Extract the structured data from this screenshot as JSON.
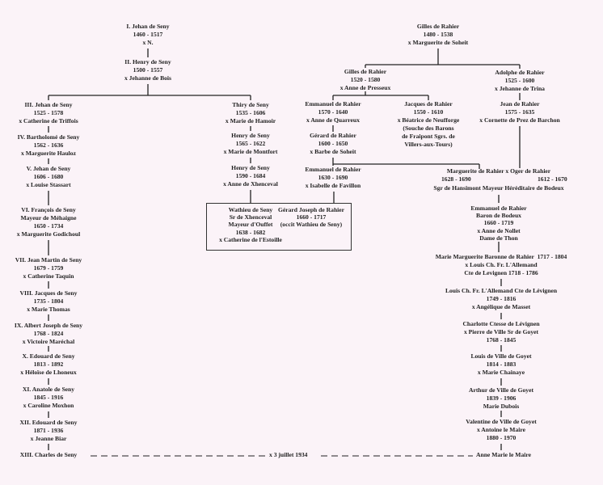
{
  "seny": {
    "s1": [
      "I. Jehan de Seny",
      "1460 - 1517",
      "x N."
    ],
    "s2": [
      "II. Henry de Seny",
      "1500 - 1557",
      "x Jehanne de Bois"
    ],
    "s3": [
      "III. Jehan de Seny",
      "1525 - 1578",
      "x Catherine de Triffois"
    ],
    "s4": [
      "IV. Bartholomé de Seny",
      "1562 - 1636",
      "x Marguerite Hauloz"
    ],
    "s5": [
      "V. Jehan de Seny",
      "1606 - 1680",
      "x Louise Stassart"
    ],
    "s6": [
      "VI. François de Seny",
      "Mayeur de Méhaigne",
      "1650 - 1734",
      "x Marguerite Godichoul"
    ],
    "s7": [
      "VII. Jean Martin de Seny",
      "1679 - 1759",
      "x Catherine Taquin"
    ],
    "s8": [
      "VIII. Jacques de Seny",
      "1735 - 1804",
      "x Marie Thomas"
    ],
    "s9": [
      "IX. Albert Joseph de Seny",
      "1768 - 1824",
      "x Victoire Maréchal"
    ],
    "s10": [
      "X. Edouard de Seny",
      "1813 - 1892",
      "x Héloïse de Lhoneux"
    ],
    "s11": [
      "XI. Anatole de Seny",
      "1845 - 1916",
      "x Caroline Moxhon"
    ],
    "s12": [
      "XII. Edouard de Seny",
      "1871 - 1936",
      "x Jeanne Biar"
    ],
    "s13": [
      "XIII. Charles de Seny"
    ],
    "t1": [
      "Thiry de Seny",
      "1535 - 1606",
      "x Marie de Hamoir"
    ],
    "t2": [
      "Henry de Seny",
      "1565 - 1622",
      "x Marie de Montfort"
    ],
    "t3": [
      "Henry de Seny",
      "1590 - 1684",
      "x Anne de Xhenceval"
    ],
    "t4": [
      "Wathieu de Seny",
      "Sr de Xhenceval",
      "Mayeur d'Ouffet",
      "1638 - 1682",
      "x Catherine de l'Estoille"
    ]
  },
  "rahier": {
    "g1": [
      "Gérard Joseph de Rahier",
      "1660 - 1717",
      "(occit Wathieu de Seny)"
    ],
    "r1": [
      "Gilles de Rahier",
      "1480 - 1538",
      "x Marguerite de Soheit"
    ],
    "r2": [
      "Gilles de Rahier",
      "1520 - 1580",
      "x Anne de Presseux"
    ],
    "r3": [
      "Emmanuel de Rahier",
      "1570 - 1640",
      "x Anne de Quarreux"
    ],
    "r4": [
      "Gérard de Rahier",
      "1600 - 1650",
      "x Barbe de Soheit"
    ],
    "r5": [
      "Jacques de Rahier",
      "1550 - 1610",
      "x Béatrice de Neufforge",
      "(Souche des Barons",
      "de Fraipont Sgrs. de",
      "Villers-aux-Tours)"
    ],
    "r6": [
      "Adolphe de Rahier",
      "1525 - 1600",
      "x Jehanne de Trina"
    ],
    "r7": [
      "Jean de Rahier",
      "1575 - 1635",
      "x Cornette de Prez de Barchon"
    ],
    "r8": [
      "Emmanuel de Rahier",
      "1630 - 1690",
      "x Isabelle de Favillon"
    ],
    "r9": {
      "couple": "Marguerite de Rahier x Oger de Rahier",
      "dates_left": "1628 - 1690",
      "dates_right": "1612 - 1670",
      "title": "Sgr de Hansimont Mayeur Héréditaire de Bodeux"
    },
    "r10": [
      "Emmanuel de Rahier",
      "Baron de Bodeux",
      "1660 - 1719",
      "x Anne de Nollet",
      "Dame de Thon"
    ],
    "r11": [
      "Marie Marguerite Baronne de Rahier  1717 - 1804",
      "x Louis Ch. Fr. L'Allemand",
      "Cte de Levignen 1718 - 1786"
    ],
    "r12": [
      "Louis Ch. Fr. L'Allemand Cte de Lévignen",
      "1749 - 1816",
      "x Angélique de Masset"
    ],
    "r13": [
      "Charlotte Ctesse de Lévignen",
      "x Pierre de Ville Sr de Goyet",
      "1768 - 1845"
    ],
    "r14": [
      "Louis de Ville de Goyet",
      "1814 - 1883",
      "x Marie Chainaye"
    ],
    "r15": [
      "Arthur de Ville de Goyet",
      "1839 - 1906",
      "Marie Dubois"
    ],
    "r16": [
      "Valentine de Ville de Goyet",
      "x Antoine le Maire",
      "1880 - 1970"
    ],
    "r17": [
      "Anne Marie le Maire"
    ]
  },
  "marriage": "x 3 juillet 1934"
}
